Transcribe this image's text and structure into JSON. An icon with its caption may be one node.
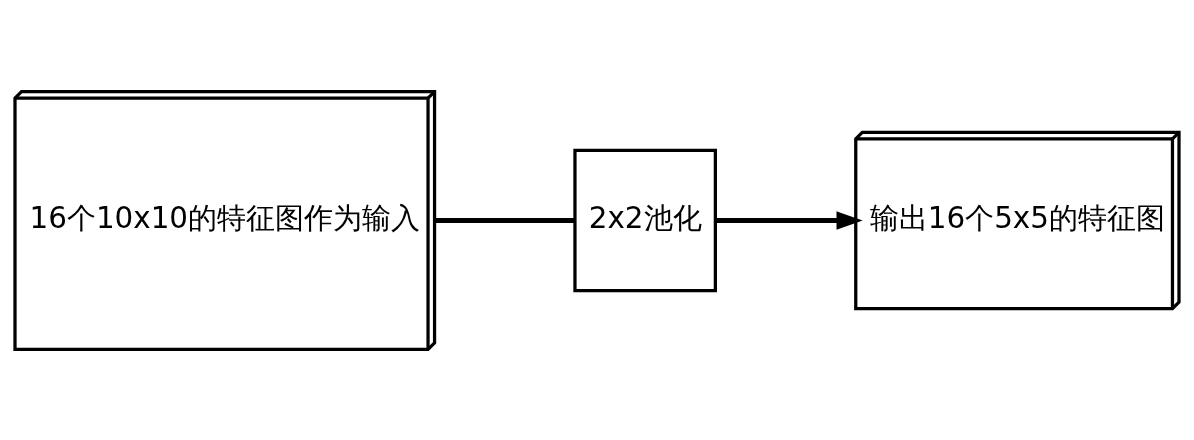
{
  "diagram": {
    "nodes": [
      {
        "text": [
          "16个10x10的特征图作为输入"
        ]
      },
      {
        "text": [
          "2x2池化"
        ]
      },
      {
        "text": [
          "输出16个5x5的特征图"
        ]
      }
    ],
    "edges": [
      {
        "from": 0,
        "to": 1,
        "arrow": "none"
      },
      {
        "from": 1,
        "to": 2,
        "arrow": "to"
      }
    ]
  }
}
